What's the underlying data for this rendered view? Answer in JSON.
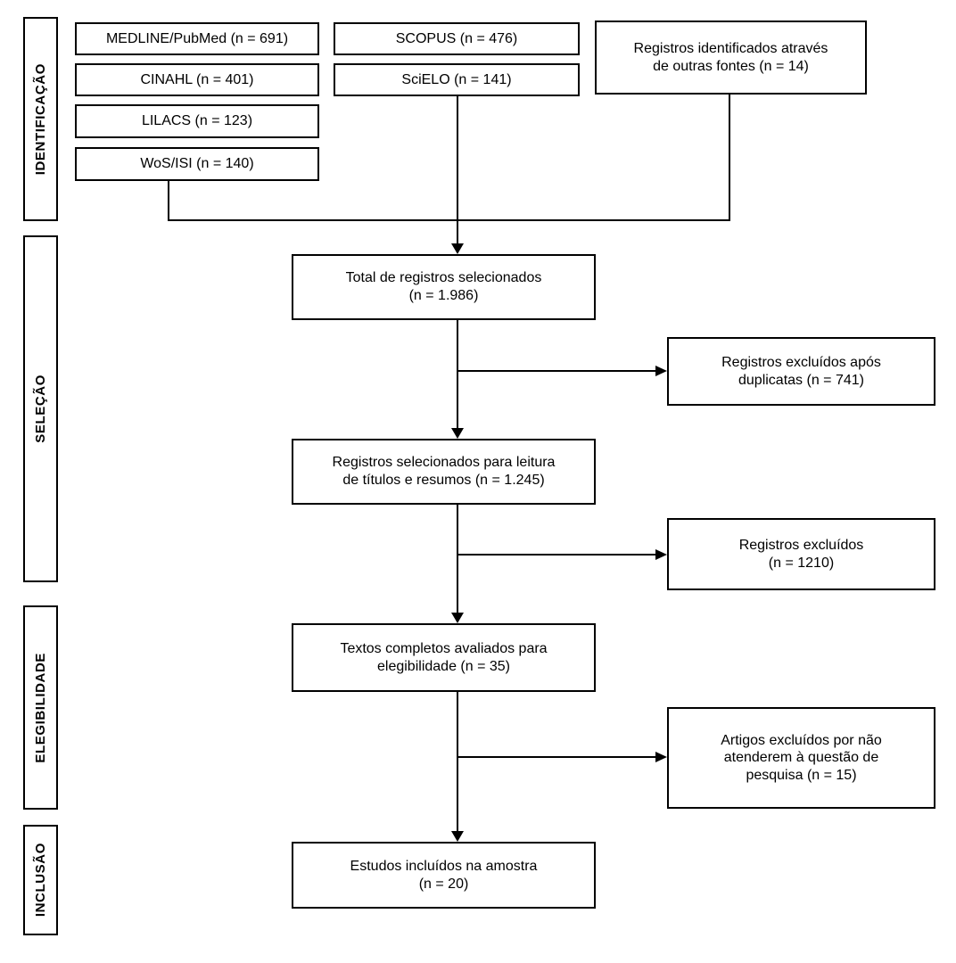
{
  "stages": [
    {
      "label": "IDENTIFICAÇÃO"
    },
    {
      "label": "SELEÇÃO"
    },
    {
      "label": "ELEGIBILIDADE"
    },
    {
      "label": "INCLUSÃO"
    }
  ],
  "sources": {
    "col1": [
      {
        "label": "MEDLINE/PubMed (n = 691)"
      },
      {
        "label": "CINAHL (n = 401)"
      },
      {
        "label": "LILACS (n = 123)"
      },
      {
        "label": "WoS/ISI (n = 140)"
      }
    ],
    "col2": [
      {
        "label": "SCOPUS (n = 476)"
      },
      {
        "label": "SciELO (n = 141)"
      }
    ],
    "other": {
      "lines": [
        "Registros identificados através",
        "de outras fontes (n = 14)"
      ]
    }
  },
  "flow": {
    "total": {
      "lines": [
        "Total de registros selecionados",
        "(n = 1.986)"
      ]
    },
    "screened": {
      "lines": [
        "Registros selecionados para leitura",
        "de títulos e resumos (n = 1.245)"
      ]
    },
    "fulltext": {
      "lines": [
        "Textos completos avaliados para",
        "elegibilidade (n = 35)"
      ]
    },
    "included": {
      "lines": [
        "Estudos incluídos na amostra",
        "(n = 20)"
      ]
    }
  },
  "excluded": {
    "duplicates": {
      "lines": [
        "Registros excluídos após",
        "duplicatas (n = 741)"
      ]
    },
    "titles": {
      "lines": [
        "Registros excluídos",
        "(n = 1210)"
      ]
    },
    "fulltext": {
      "lines": [
        "Artigos excluídos por não",
        "atenderem à questão de",
        "pesquisa (n = 15)"
      ]
    }
  },
  "colors": {
    "line": "#000000",
    "border": "#000000",
    "background": "#ffffff",
    "text": "#000000"
  }
}
